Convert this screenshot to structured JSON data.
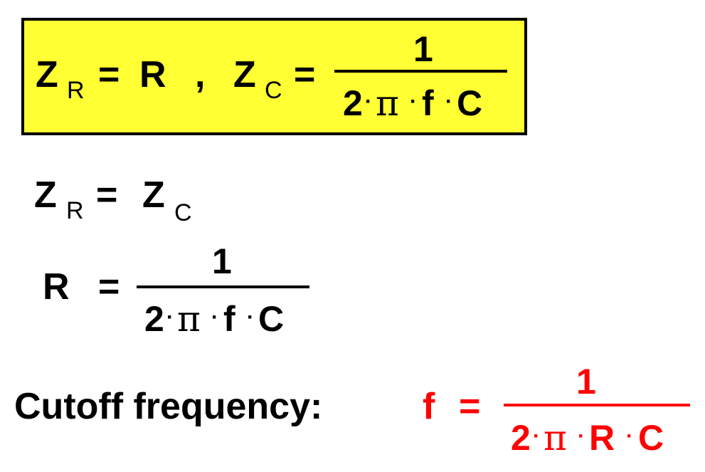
{
  "colors": {
    "box_fill": "#ffff33",
    "box_border": "#000000",
    "text": "#000000",
    "highlight": "#ff0000"
  },
  "box_equation": {
    "zr": "Z",
    "zr_sub": "R",
    "eq1": "=",
    "rhs1": "R",
    "comma": ",",
    "zc": "Z",
    "zc_sub": "C",
    "eq2": "=",
    "numerator": "1",
    "den_two": "2",
    "den_dot1": "·",
    "den_pi": "π",
    "den_dot2": "·",
    "den_f": "f",
    "den_dot3": "·",
    "den_c": "C"
  },
  "equality": {
    "zr": "Z",
    "zr_sub": "R",
    "eq": "=",
    "zc": "Z",
    "zc_sub": "C"
  },
  "r_equation": {
    "lhs": "R",
    "eq": "=",
    "numerator": "1",
    "den_two": "2",
    "den_dot1": "·",
    "den_pi": "π",
    "den_dot2": "·",
    "den_f": "f",
    "den_dot3": "·",
    "den_c": "C"
  },
  "cutoff": {
    "label": "Cutoff frequency:",
    "lhs": "f",
    "eq": "=",
    "numerator": "1",
    "den_two": "2",
    "den_dot1": "·",
    "den_pi": "π",
    "den_dot2": "·",
    "den_r": "R",
    "den_dot3": "·",
    "den_c": "C"
  }
}
